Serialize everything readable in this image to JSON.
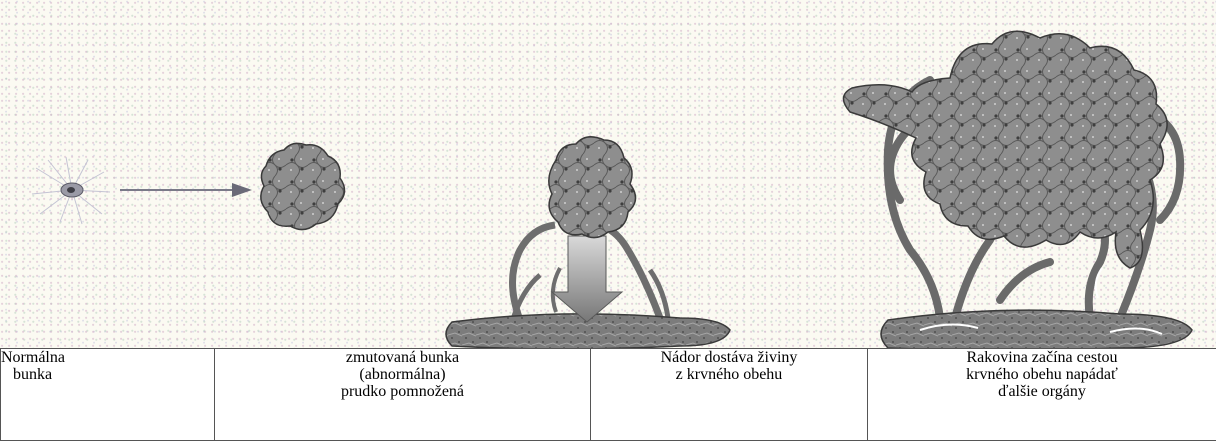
{
  "figure": {
    "stages": [
      "normal-cell",
      "mutated-cell",
      "tumor-with-blood-supply",
      "metastasizing-cancer"
    ]
  },
  "captions": [
    {
      "lines": [
        "Normálna",
        "bunka"
      ]
    },
    {
      "lines": [
        "zmutovaná bunka",
        "(abnormálna)",
        "prudko pomnožená"
      ]
    },
    {
      "lines": [
        "Nádor dostáva živiny",
        "z krvného obehu"
      ]
    },
    {
      "lines": [
        "Rakovina začína cestou",
        "krvného obehu napádať",
        "ďalšie orgány"
      ]
    }
  ],
  "colors": {
    "background": "#fbfaf2",
    "cell_fill": "#8c8c8c",
    "vessel_fill": "#7a7a7a",
    "outline": "#3a3a3a"
  }
}
